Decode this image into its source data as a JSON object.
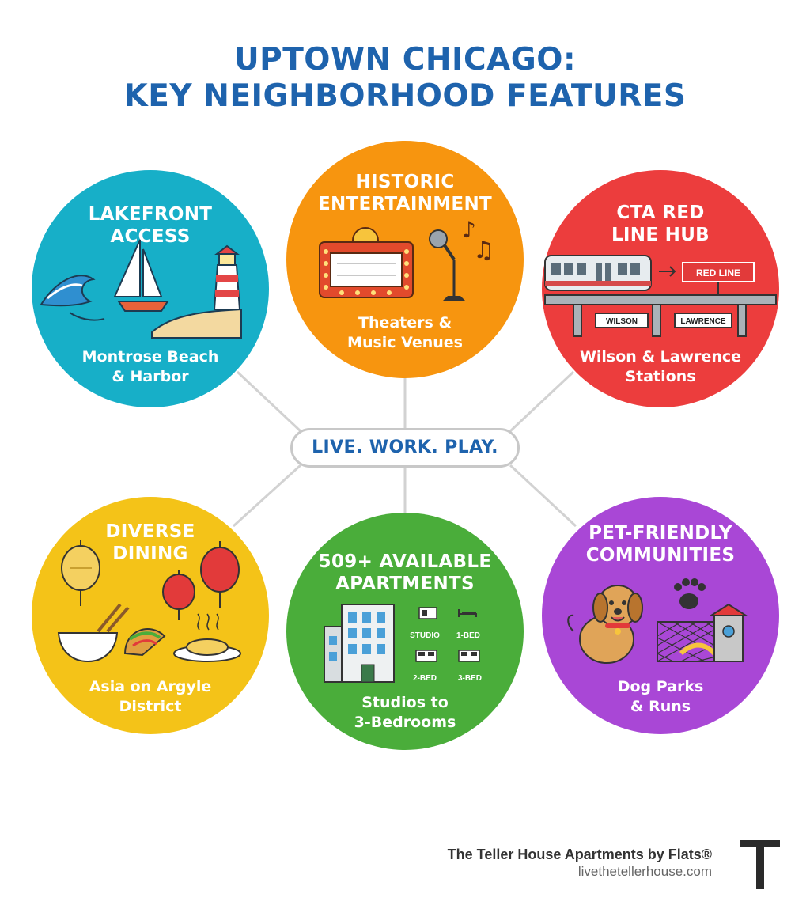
{
  "title": {
    "line1": "UPTOWN CHICAGO:",
    "line2": "KEY NEIGHBORHOOD FEATURES"
  },
  "center": {
    "label": "LIVE. WORK. PLAY."
  },
  "features": {
    "lakefront": {
      "title1": "LAKEFRONT",
      "title2": "ACCESS",
      "sub1": "Montrose Beach",
      "sub2": "& Harbor",
      "color": "#17afc8"
    },
    "entertainment": {
      "title1": "HISTORIC",
      "title2": "ENTERTAINMENT",
      "sub1": "Theaters &",
      "sub2": "Music Venues",
      "color": "#f7950f"
    },
    "transit": {
      "title1": "CTA RED",
      "title2": "LINE HUB",
      "sub1": "Wilson & Lawrence",
      "sub2": "Stations",
      "color": "#ec3d3d",
      "sign": "RED LINE",
      "station1": "WILSON",
      "station2": "LAWRENCE"
    },
    "dining": {
      "title1": "DIVERSE",
      "title2": "DINING",
      "sub1": "Asia on Argyle",
      "sub2": "District",
      "color": "#f4c318"
    },
    "apartments": {
      "title1": "509+ AVAILABLE",
      "title2": "APARTMENTS",
      "sub1": "Studios to",
      "sub2": "3-Bedrooms",
      "color": "#4aad3a",
      "unit1": "STUDIO",
      "unit2": "1-BED",
      "unit3": "2-BED",
      "unit4": "3-BED"
    },
    "pets": {
      "title1": "PET-FRIENDLY",
      "title2": "COMMUNITIES",
      "sub1": "Dog Parks",
      "sub2": "& Runs",
      "color": "#a947d6"
    }
  },
  "footer": {
    "name": "The Teller House Apartments by Flats®",
    "url": "livethetellerhouse.com",
    "logo_letter": "T"
  }
}
